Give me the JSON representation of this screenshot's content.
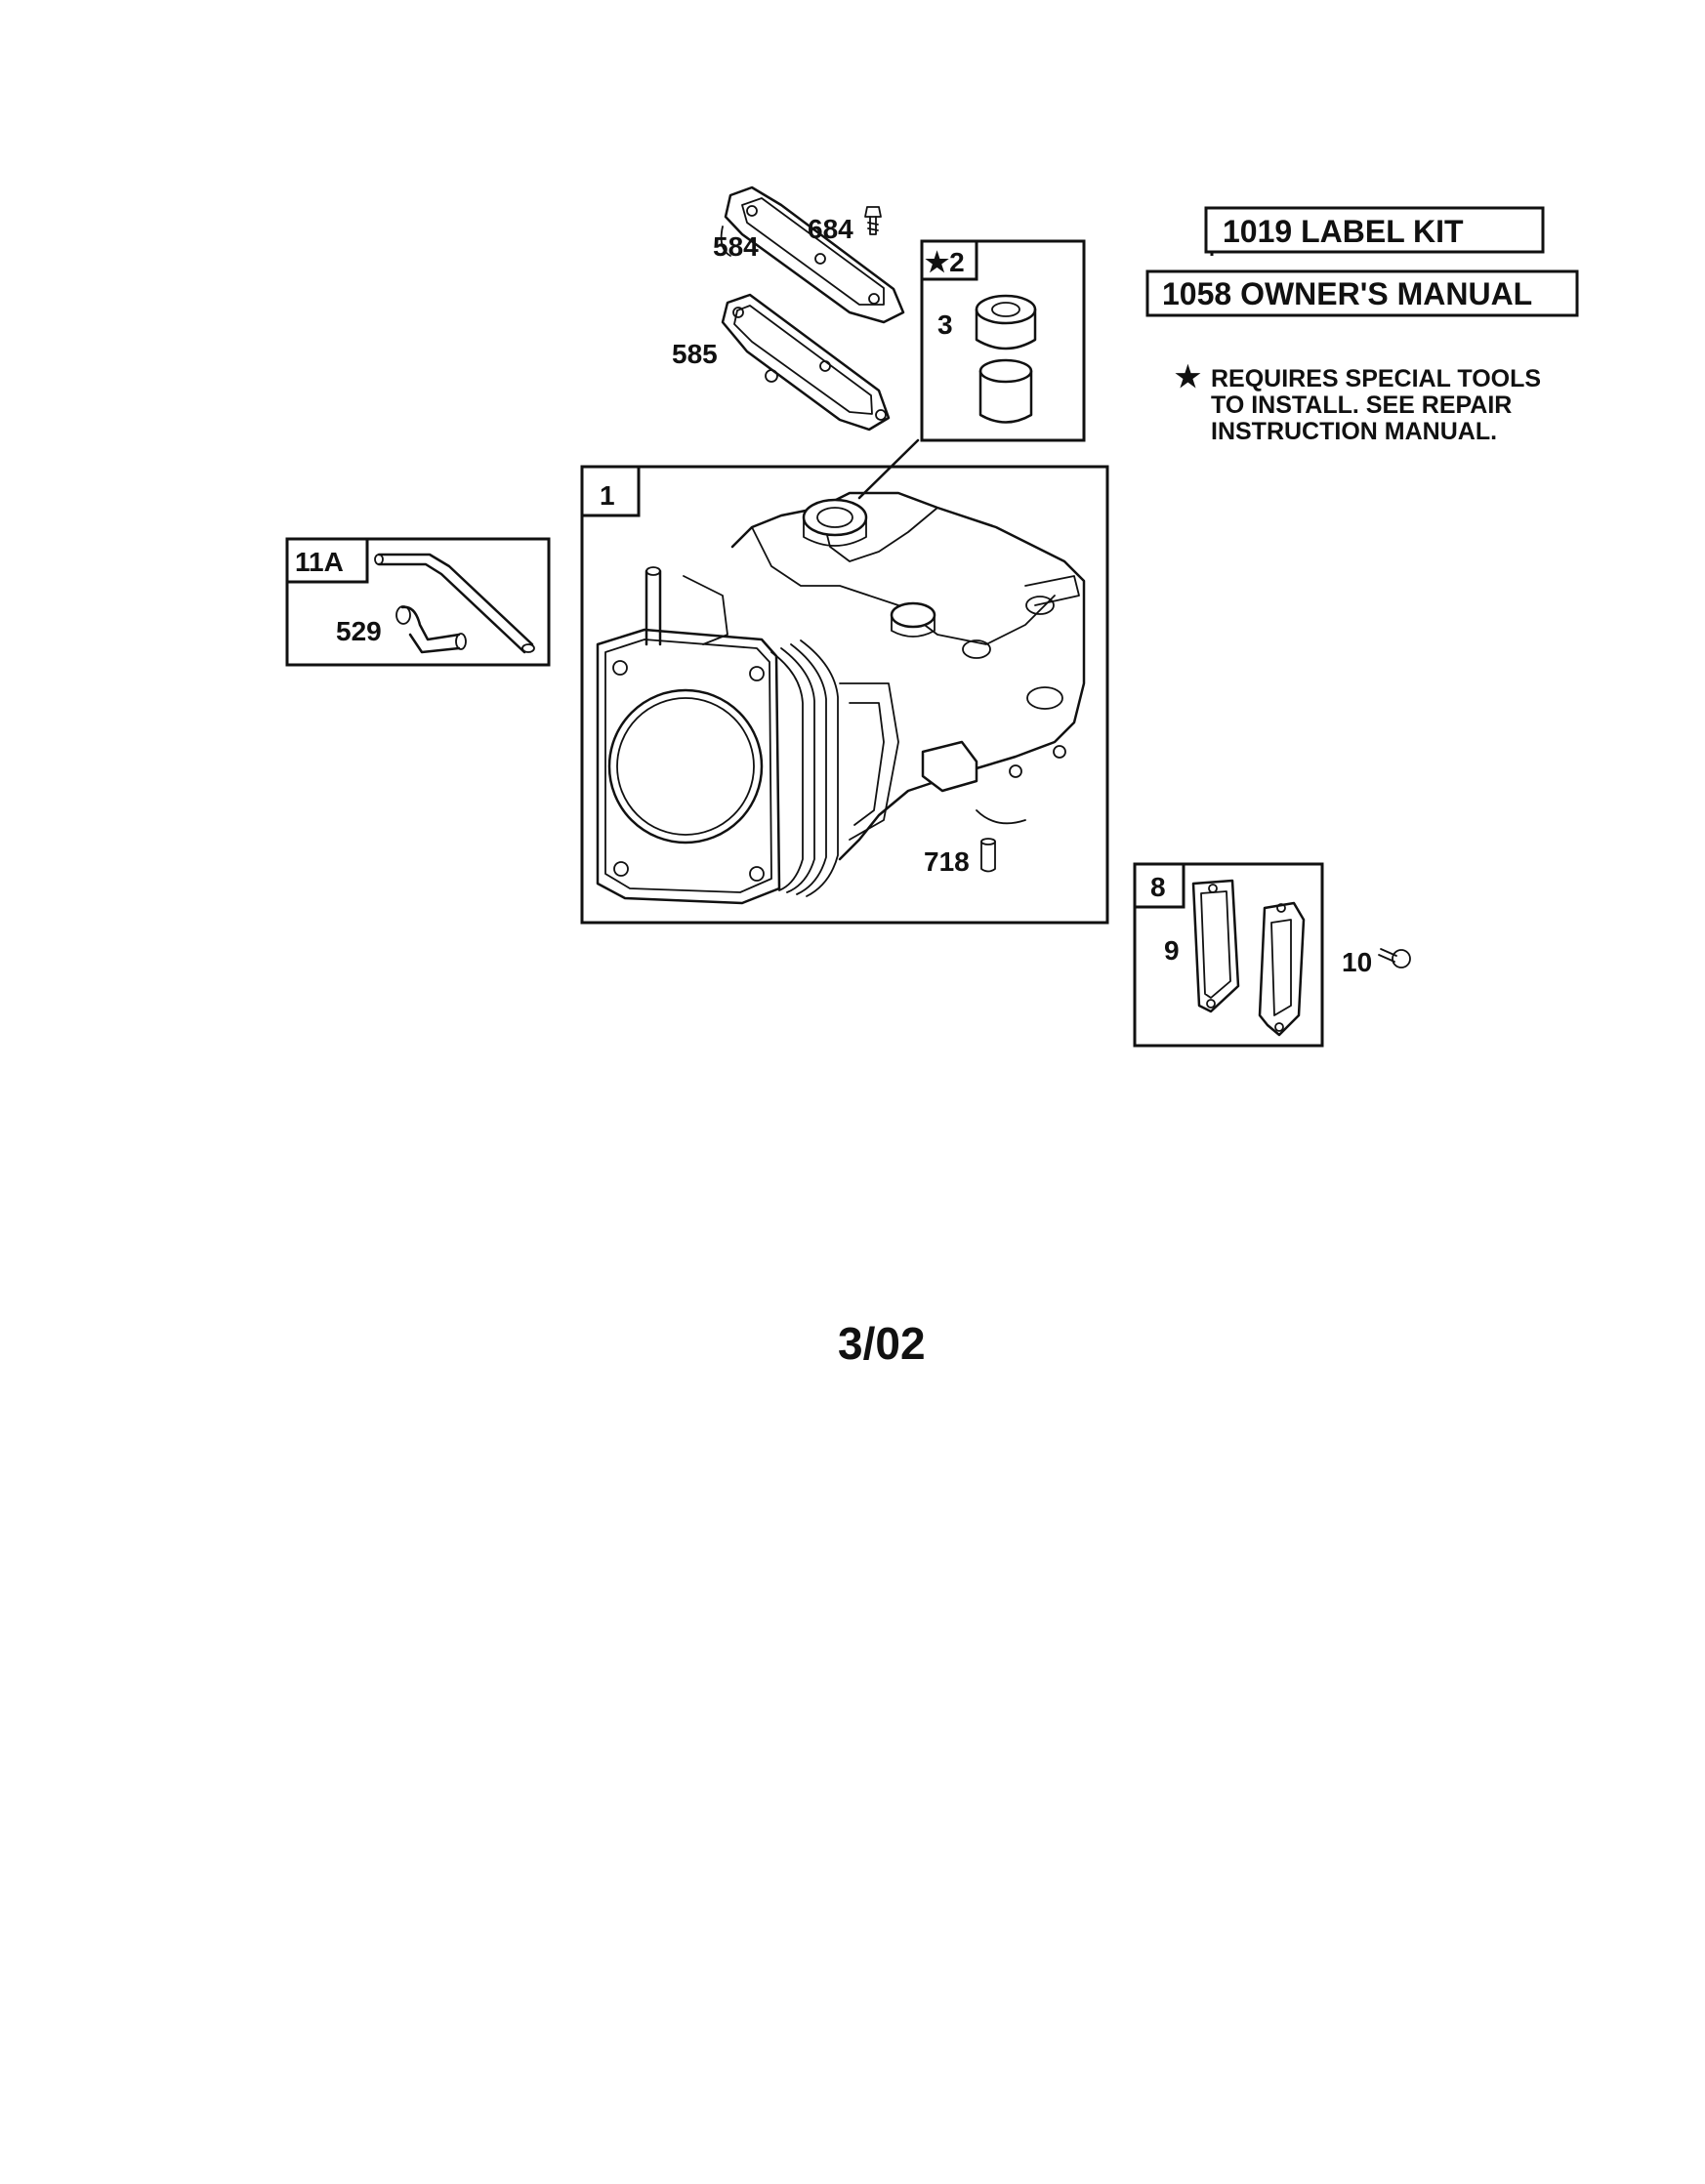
{
  "boxes": {
    "label_kit": "1019 LABEL KIT",
    "owners_manual": "1058 OWNER'S MANUAL"
  },
  "note": {
    "star": "★",
    "line1": "REQUIRES SPECIAL TOOLS",
    "line2": "TO INSTALL.  SEE REPAIR",
    "line3": "INSTRUCTION MANUAL."
  },
  "parts": {
    "p584": "584",
    "p684": "684",
    "p585": "585",
    "p2": "★2",
    "p3": "3",
    "p1": "1",
    "p11a": "11A",
    "p529": "529",
    "p718": "718",
    "p8": "8",
    "p9": "9",
    "p10": "10"
  },
  "date_code": "3/02"
}
